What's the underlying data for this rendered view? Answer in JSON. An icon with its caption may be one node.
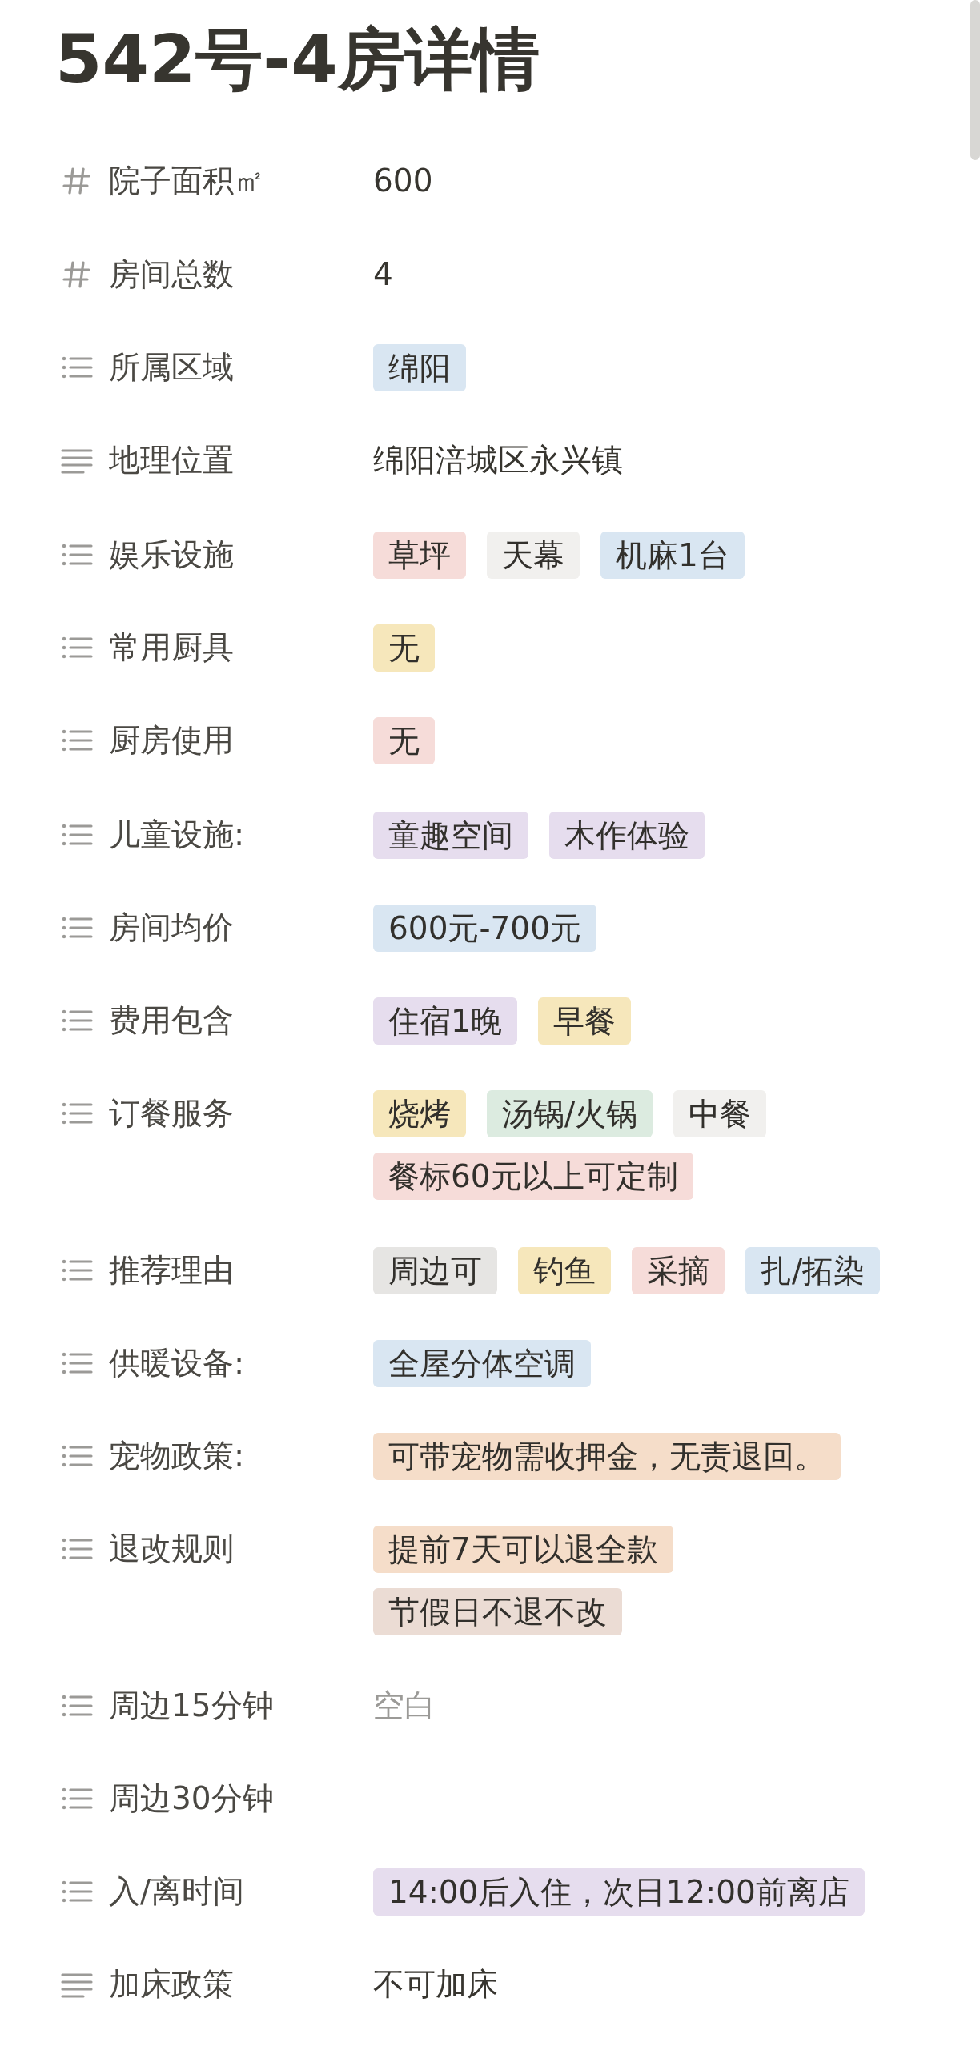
{
  "diagram": {
    "title": "542号-4房详情",
    "nodes": [
      {
        "text": [
          "绵阳"
        ]
      },
      {
        "text": [
          "草坪"
        ]
      },
      {
        "text": [
          "天幕"
        ]
      },
      {
        "text": [
          "机麻1台"
        ]
      },
      {
        "text": [
          "无"
        ]
      },
      {
        "text": [
          "无"
        ]
      },
      {
        "text": [
          "童趣空间"
        ]
      },
      {
        "text": [
          "木作体验"
        ]
      },
      {
        "text": [
          "600元-700元"
        ]
      },
      {
        "text": [
          "住宿1晚"
        ]
      },
      {
        "text": [
          "早餐"
        ]
      },
      {
        "text": [
          "烧烤"
        ]
      },
      {
        "text": [
          "汤锅/火锅"
        ]
      },
      {
        "text": [
          "中餐"
        ]
      },
      {
        "text": [
          "餐标60元以上可定制"
        ]
      },
      {
        "text": [
          "周边可"
        ]
      },
      {
        "text": [
          "钓鱼"
        ]
      },
      {
        "text": [
          "采摘"
        ]
      },
      {
        "text": [
          "扎/拓染"
        ]
      },
      {
        "text": [
          "全屋分体空调"
        ]
      },
      {
        "text": [
          "可带宠物需收押金，无责退回。"
        ]
      },
      {
        "text": [
          "提前7天可以退全款"
        ]
      },
      {
        "text": [
          "节假日不退不改"
        ]
      },
      {
        "text": [
          "14:00后入住，次日12:00前离店"
        ]
      }
    ],
    "labels": [
      "院子面积㎡",
      "600",
      "房间总数",
      "4",
      "所属区域",
      "地理位置",
      "绵阳涪城区永兴镇",
      "娱乐设施",
      "常用厨具",
      "厨房使用",
      "儿童设施:",
      "房间均价",
      "费用包含",
      "订餐服务",
      "推荐理由",
      "供暖设备:",
      "宠物政策:",
      "退改规则",
      "周边15分钟",
      "空白",
      "周边30分钟",
      "入/离时间",
      "加床政策",
      "不可加床"
    ]
  }
}
